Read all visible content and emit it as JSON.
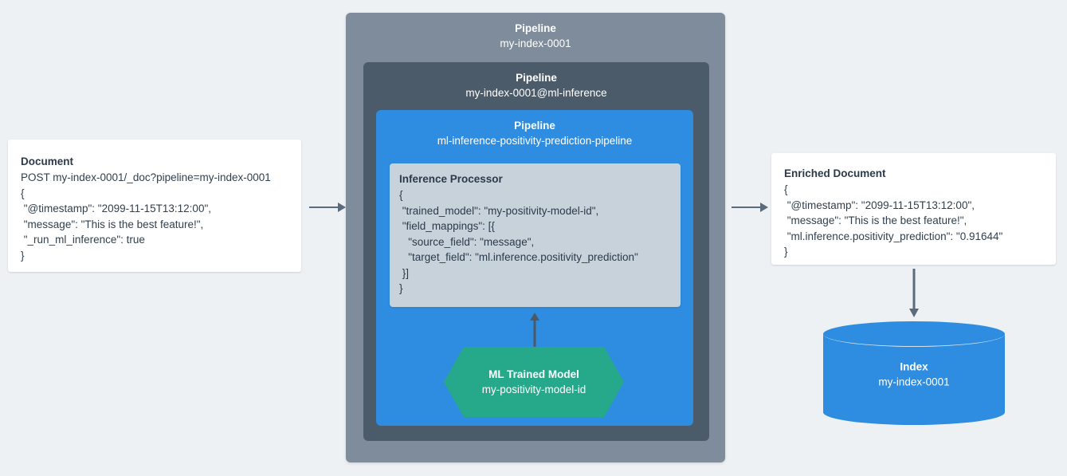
{
  "diagram": {
    "title": "Elasticsearch ML inference ingest pipeline flow",
    "background_color": "#eef1f4",
    "accent_blue": "#2e8de0",
    "accent_green": "#26a98a",
    "gray_outer": "#7e8c9c",
    "gray_mid": "#4c5b69",
    "processor_bg": "#c8d2db",
    "arrow_color": "#5b6b7b"
  },
  "document": {
    "title": "Document",
    "lines": [
      "POST my-index-0001/_doc?pipeline=my-index-0001",
      "{",
      " \"@timestamp\": \"2099-11-15T13:12:00\",",
      " \"message\": \"This is the best feature!\",",
      " \"_run_ml_inference\": true",
      "}"
    ]
  },
  "pipelines": {
    "outer": {
      "kind": "Pipeline",
      "name": "my-index-0001"
    },
    "middle": {
      "kind": "Pipeline",
      "name": "my-index-0001@ml-inference"
    },
    "inner": {
      "kind": "Pipeline",
      "name": "ml-inference-positivity-prediction-pipeline"
    }
  },
  "processor": {
    "title": "Inference Processor",
    "lines": [
      "{",
      " \"trained_model\": \"my-positivity-model-id\",",
      " \"field_mappings\": [{",
      "   \"source_field\": \"message\",",
      "   \"target_field\": \"ml.inference.positivity_prediction\"",
      " }]",
      "}"
    ]
  },
  "trained_model": {
    "kind": "ML Trained Model",
    "name": "my-positivity-model-id"
  },
  "enriched_document": {
    "title": "Enriched Document",
    "lines": [
      "{",
      " \"@timestamp\": \"2099-11-15T13:12:00\",",
      " \"message\": \"This is the best feature!\",",
      " \"ml.inference.positivity_prediction\": \"0.91644\"",
      "}"
    ]
  },
  "index": {
    "kind": "Index",
    "name": "my-index-0001"
  },
  "arrows": [
    {
      "name": "document-to-pipeline",
      "direction": "right"
    },
    {
      "name": "pipeline-to-enriched-document",
      "direction": "right"
    },
    {
      "name": "trained-model-to-processor",
      "direction": "up"
    },
    {
      "name": "enriched-document-to-index",
      "direction": "down"
    }
  ]
}
